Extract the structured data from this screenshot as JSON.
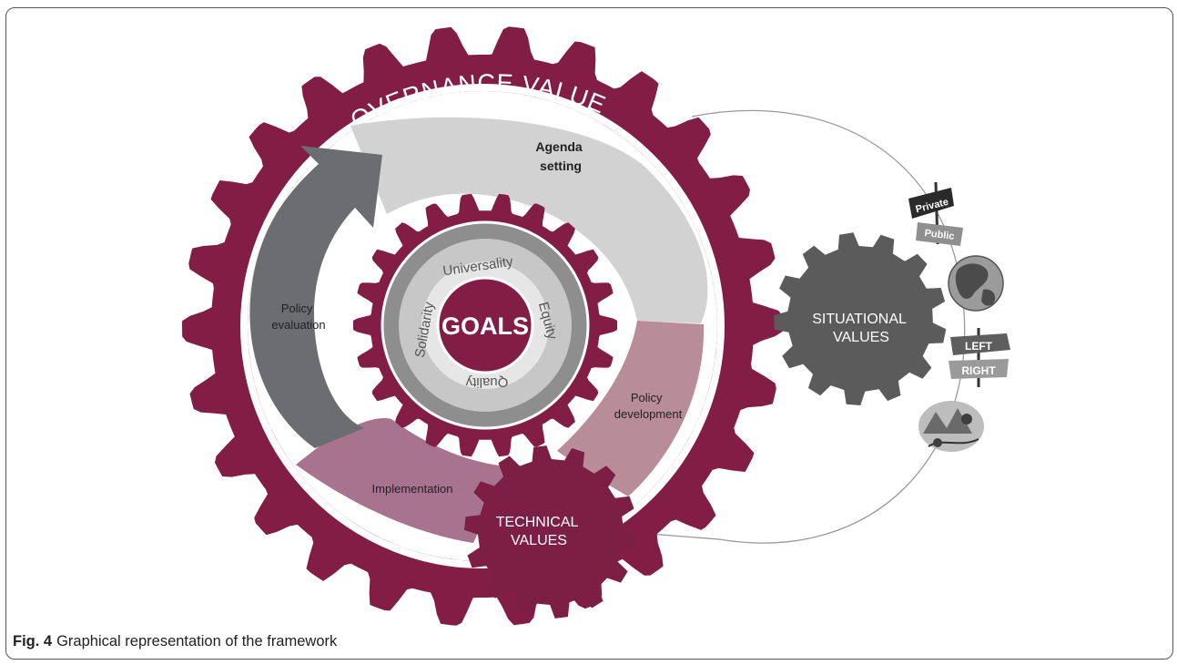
{
  "governance": {
    "title": "GOVERNANCE VALUES"
  },
  "center": {
    "label": "GOALS"
  },
  "goal_values": [
    "Universality",
    "Equity",
    "Quality",
    "Solidarity"
  ],
  "cycle": {
    "agenda_line1": "Agenda",
    "agenda_line2": "setting",
    "development_line1": "Policy",
    "development_line2": "development",
    "implementation": "Implementation",
    "evaluation_line1": "Policy",
    "evaluation_line2": "evaluation"
  },
  "technical": {
    "line1": "TECHNICAL",
    "line2": "VALUES"
  },
  "situational": {
    "line1": "SITUATIONAL",
    "line2": "VALUES"
  },
  "icons": {
    "sign_private": "Private",
    "sign_public": "Public",
    "sign_left": "LEFT",
    "sign_right": "RIGHT"
  },
  "colors": {
    "maroon": "#821d46",
    "dark_gear": "#5b5b5c",
    "light_arc": "#d2d2d2",
    "pink_arc": "#b98c99",
    "mauve_arc": "#a7738f",
    "dark_arrow": "#6c6d70"
  },
  "caption": {
    "label": "Fig. 4",
    "text": "Graphical representation of the framework"
  }
}
